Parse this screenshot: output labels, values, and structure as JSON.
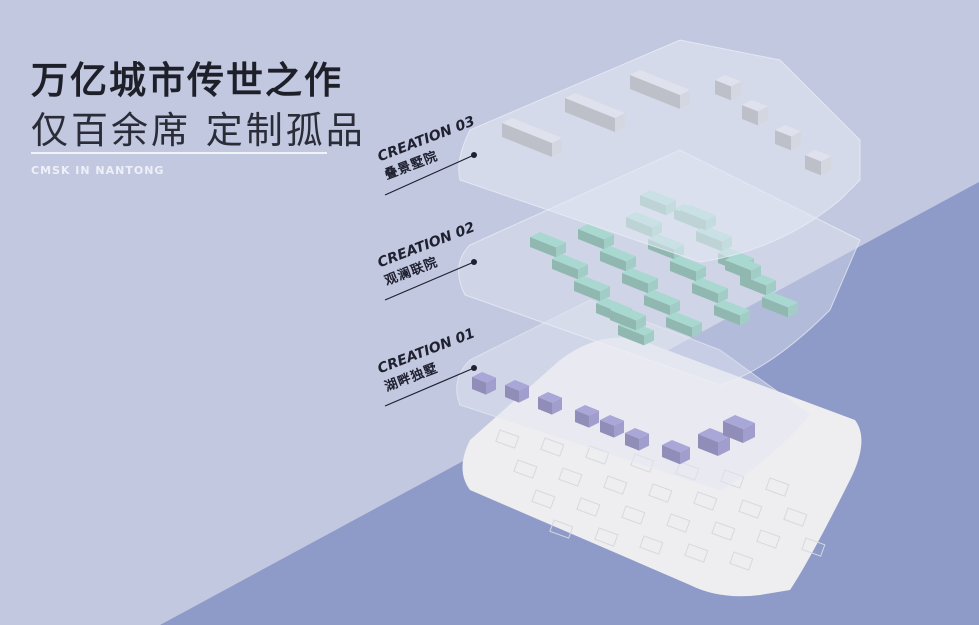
{
  "header": {
    "title": "万亿城市传世之作",
    "subtitle": "仅百余席 定制孤品",
    "tagline": "CMSK IN NANTONG"
  },
  "layers": [
    {
      "en": "CREATION 03",
      "zh": "叠景墅院",
      "building_color": "#dfe2ec"
    },
    {
      "en": "CREATION 02",
      "zh": "观澜联院",
      "building_color": "#a9d8d0"
    },
    {
      "en": "CREATION 01",
      "zh": "湖畔独墅",
      "building_color": "#a9a6d8"
    }
  ],
  "colors": {
    "background": "#c3c8e1",
    "band": "#8e9ac8",
    "base": "#eeeef0"
  }
}
